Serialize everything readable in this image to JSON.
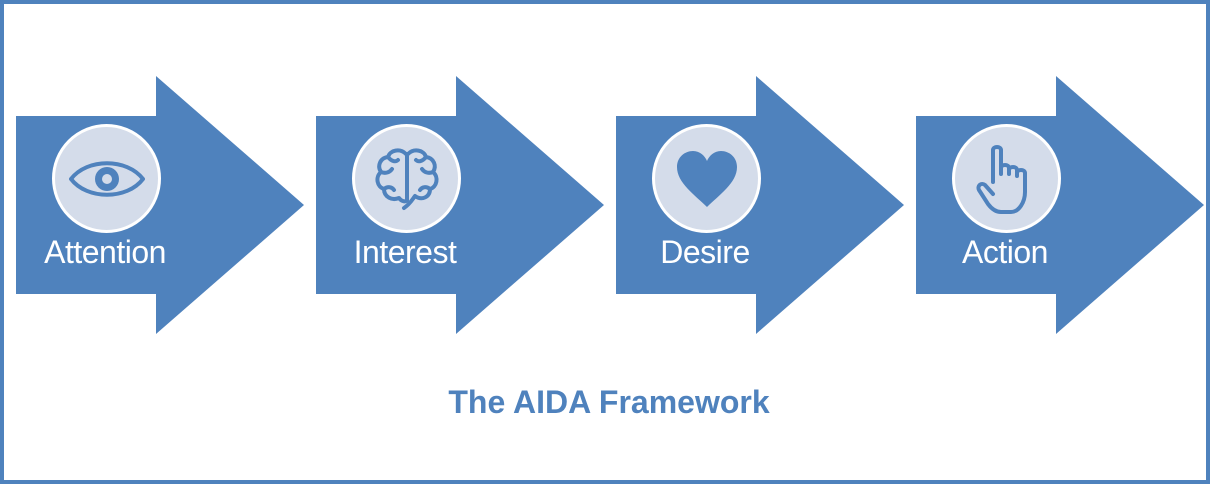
{
  "diagram": {
    "title": "The AIDA Framework",
    "colors": {
      "arrow": "#4f82bd",
      "icon_bg": "#d4dcea",
      "border": "#4f82bd",
      "label": "#ffffff"
    },
    "stages": [
      {
        "label": "Attention",
        "icon": "eye-icon"
      },
      {
        "label": "Interest",
        "icon": "brain-icon"
      },
      {
        "label": "Desire",
        "icon": "heart-icon"
      },
      {
        "label": "Action",
        "icon": "pointing-hand-icon"
      }
    ]
  }
}
